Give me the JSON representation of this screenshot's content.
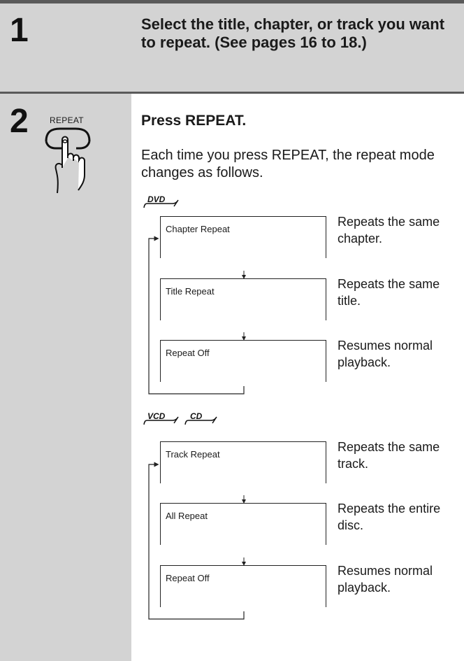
{
  "steps": [
    {
      "number": "1",
      "text": "Select the title, chapter, or track you want to repeat. (See pages 16 to 18.)"
    },
    {
      "number": "2",
      "heading": "Press REPEAT.",
      "description": "Each time you press REPEAT, the repeat mode changes as follows."
    }
  ],
  "remote": {
    "button_label": "REPEAT",
    "icon": "finger-press-button-icon"
  },
  "dvd_section": {
    "logos": [
      "DVD"
    ],
    "modes": [
      {
        "label": "Chapter Repeat",
        "description": "Repeats the same chapter."
      },
      {
        "label": "Title Repeat",
        "description": "Repeats the same title."
      },
      {
        "label": "Repeat  Off",
        "description": "Resumes normal playback."
      }
    ]
  },
  "vcd_cd_section": {
    "logos": [
      "VCD",
      "CD"
    ],
    "modes": [
      {
        "label": "Track Repeat",
        "description": "Repeats the same track."
      },
      {
        "label": "All Repeat",
        "description": "Repeats the entire disc."
      },
      {
        "label": "Repeat Off",
        "description": "Resumes normal playback."
      }
    ]
  },
  "colors": {
    "sidebar_gray": "#d3d3d3",
    "rule": "#5a5a5a",
    "text": "#1a1a1a"
  }
}
